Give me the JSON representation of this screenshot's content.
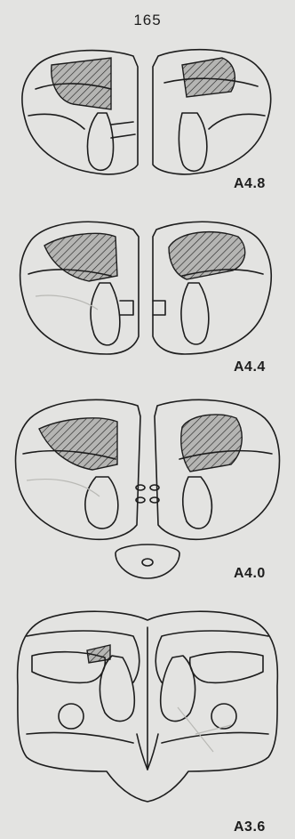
{
  "page_number": "165",
  "sections": [
    {
      "label": "A4.8"
    },
    {
      "label": "A4.4"
    },
    {
      "label": "A4.0"
    },
    {
      "label": "A3.6"
    }
  ]
}
